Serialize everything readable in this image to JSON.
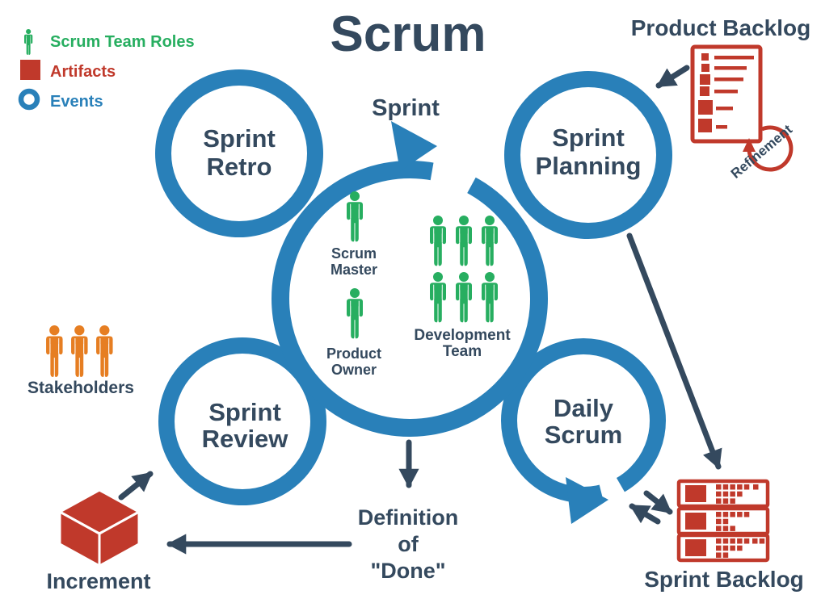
{
  "title": "Scrum",
  "colors": {
    "events_blue": "#2980b9",
    "roles_green": "#27ae60",
    "artifacts_red": "#c0392b",
    "stakeholders_orange": "#e67e22",
    "text_navy": "#34495e"
  },
  "legend": {
    "roles": "Scrum Team Roles",
    "artifacts": "Artifacts",
    "events": "Events"
  },
  "center": {
    "sprint_label": "Sprint",
    "scrum_master": [
      "Scrum",
      "Master"
    ],
    "product_owner": [
      "Product",
      "Owner"
    ],
    "development_team": [
      "Development",
      "Team"
    ]
  },
  "events": {
    "sprint_retro": [
      "Sprint",
      "Retro"
    ],
    "sprint_planning": [
      "Sprint",
      "Planning"
    ],
    "sprint_review": [
      "Sprint",
      "Review"
    ],
    "daily_scrum": [
      "Daily",
      "Scrum"
    ]
  },
  "artifacts": {
    "product_backlog": "Product Backlog",
    "sprint_backlog": "Sprint Backlog",
    "increment": "Increment",
    "refinement": "Refinement",
    "definition_of_done": [
      "Definition",
      "of",
      "\"Done\""
    ]
  },
  "stakeholders_label": "Stakeholders"
}
